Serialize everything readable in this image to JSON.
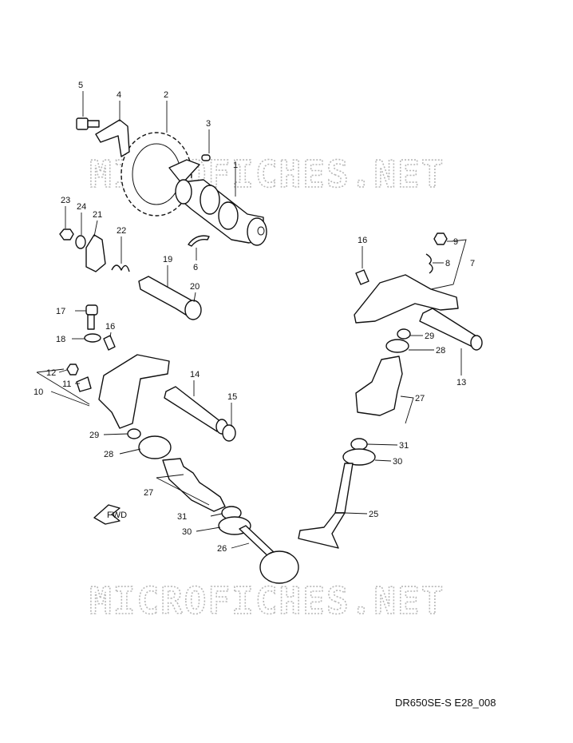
{
  "watermark": "MICROFICHES.NET",
  "diagram_code": "DR650SE-S E28_008",
  "direction_label": "FWD",
  "parts": {
    "p1": "1",
    "p2": "2",
    "p3": "3",
    "p4": "4",
    "p5": "5",
    "p6": "6",
    "p7": "7",
    "p8": "8",
    "p9": "9",
    "p10": "10",
    "p11": "11",
    "p12": "12",
    "p13": "13",
    "p14": "14",
    "p15": "15",
    "p16a": "16",
    "p16b": "16",
    "p17": "17",
    "p18": "18",
    "p19": "19",
    "p20": "20",
    "p21": "21",
    "p22": "22",
    "p23": "23",
    "p24": "24",
    "p25": "25",
    "p26": "26",
    "p27a": "27",
    "p27b": "27",
    "p28a": "28",
    "p28b": "28",
    "p29a": "29",
    "p29b": "29",
    "p30a": "30",
    "p30b": "30",
    "p31a": "31",
    "p31b": "31"
  }
}
